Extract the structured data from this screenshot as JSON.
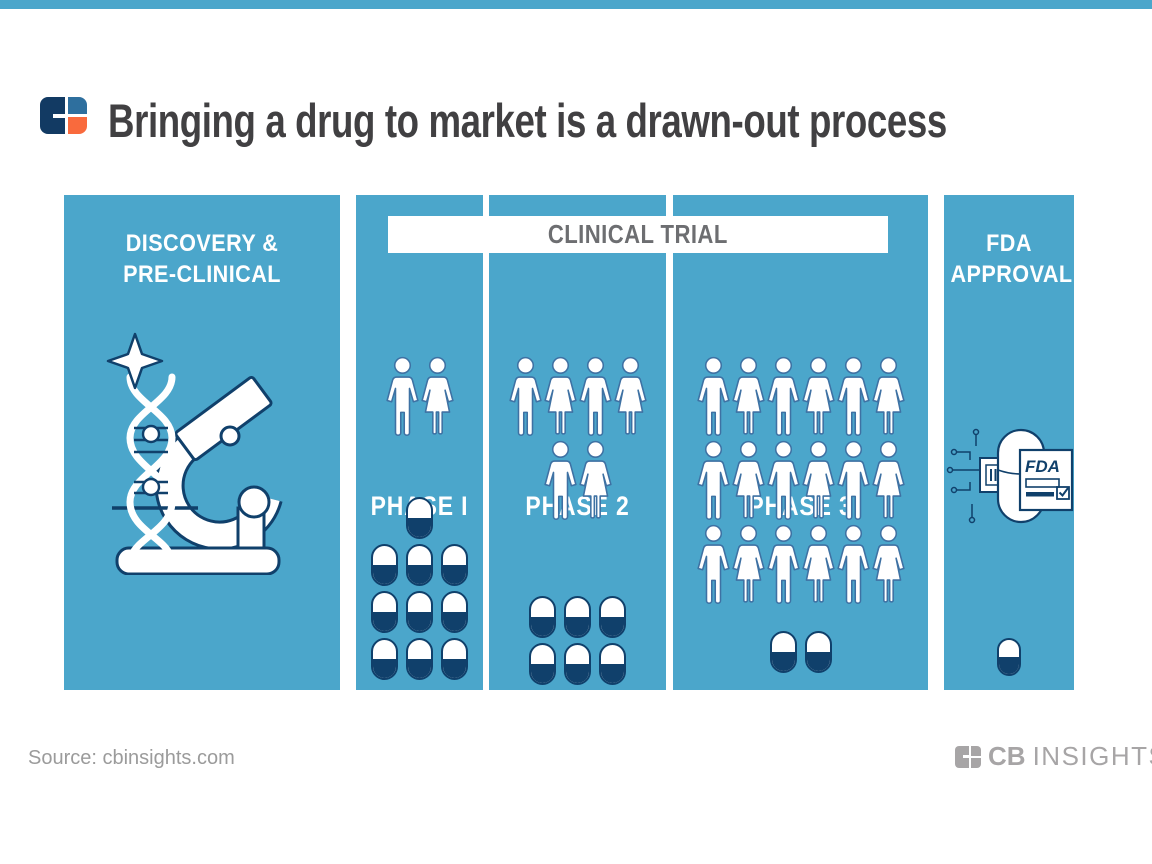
{
  "page": {
    "top_bar_color": "#4BA6CB",
    "background": "#FFFFFF"
  },
  "header": {
    "title": "Bringing a drug to market is a drawn-out process",
    "logo": {
      "name": "cbinsights-logo-mark",
      "navy": "#123A63",
      "blue": "#2E6F9E",
      "orange": "#F96A3D"
    }
  },
  "diagram": {
    "panel_color": "#4BA6CB",
    "accent_navy": "#10406B",
    "discovery": {
      "title_line1": "DISCOVERY &",
      "title_line2": "PRE-CLINICAL",
      "icon": "microscope-dna-icon"
    },
    "clinical_trial": {
      "title": "CLINICAL TRIAL",
      "phases": [
        {
          "label": "PHASE I",
          "people_count": 2,
          "people_rows": [
            2
          ],
          "pill_count": 10,
          "pill_rows": [
            1,
            3,
            3,
            3
          ]
        },
        {
          "label": "PHASE 2",
          "people_count": 6,
          "people_rows": [
            4,
            2
          ],
          "pill_count": 6,
          "pill_rows": [
            3,
            3
          ]
        },
        {
          "label": "PHASE 3",
          "people_count": 18,
          "people_rows": [
            6,
            6,
            6
          ],
          "pill_count": 2,
          "pill_rows": [
            2
          ]
        }
      ]
    },
    "fda": {
      "title_line1": "FDA",
      "title_line2": "APPROVAL",
      "icon": "fda-approval-icon",
      "icon_text": "FDA",
      "pill_count": 1,
      "pill_rows": [
        1
      ]
    }
  },
  "footer": {
    "source": "Source: cbinsights.com",
    "brand_bold": "CB",
    "brand_light": "INSIGHTS"
  }
}
